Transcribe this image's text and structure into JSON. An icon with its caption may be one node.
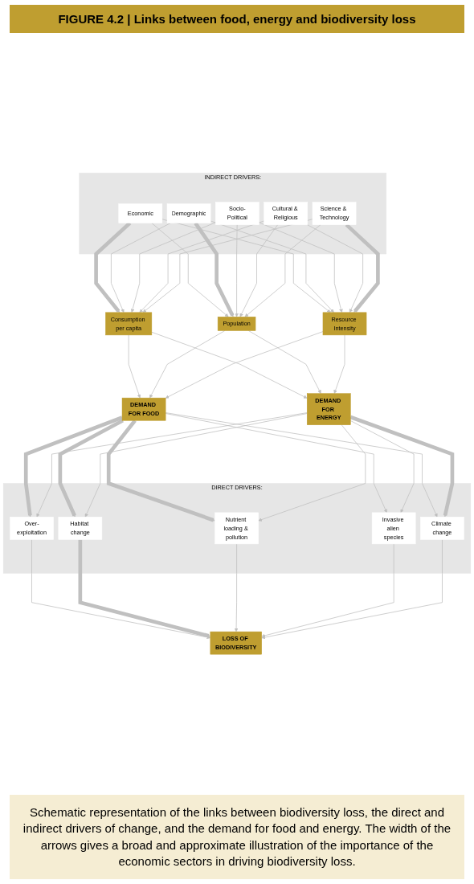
{
  "diagram": {
    "title": "FIGURE 4.2 | Links between food, energy and biodiversity loss",
    "caption": "Schematic representation of the links between biodiversity loss, the direct and indirect drivers of change, and the demand for food and energy. The width of the arrows gives a broad and approximate illustration of the importance of the economic sectors in driving biodiversity loss.",
    "nodes": [
      {
        "text": [
          "INDIRECT DRIVERS:"
        ]
      },
      {
        "text": [
          "Economic"
        ],
        "in": 0
      },
      {
        "text": [
          "Demographic"
        ],
        "in": 0
      },
      {
        "text": [
          "Socio-Political"
        ],
        "in": 0
      },
      {
        "text": [
          "Cultural & Religious"
        ],
        "in": 0
      },
      {
        "text": [
          "Science & Technology"
        ],
        "in": 0
      },
      {
        "text": [
          "Consumption per capita"
        ]
      },
      {
        "text": [
          "Population"
        ]
      },
      {
        "text": [
          "Resource Intensity"
        ]
      },
      {
        "text": [
          "DEMAND FOR FOOD"
        ]
      },
      {
        "text": [
          "DEMAND FOR ENERGY"
        ]
      },
      {
        "text": [
          "DIRECT DRIVERS:"
        ]
      },
      {
        "text": [
          "Over-exploitation"
        ],
        "in": 11
      },
      {
        "text": [
          "Habitat change"
        ],
        "in": 11
      },
      {
        "text": [
          "Nutrient loading & pollution"
        ],
        "in": 11
      },
      {
        "text": [
          "Invasive alien species"
        ],
        "in": 11
      },
      {
        "text": [
          "Climate change"
        ],
        "in": 11
      },
      {
        "text": [
          "LOSS OF BIODIVERSITY"
        ]
      }
    ],
    "edges": [
      {
        "from": 1,
        "to": 6,
        "arrow": "to",
        "style": "thick"
      },
      {
        "from": 1,
        "to": 7,
        "arrow": "to"
      },
      {
        "from": 1,
        "to": 8,
        "arrow": "to"
      },
      {
        "from": 2,
        "to": 6,
        "arrow": "to"
      },
      {
        "from": 2,
        "to": 7,
        "arrow": "to",
        "style": "thick"
      },
      {
        "from": 2,
        "to": 8,
        "arrow": "to"
      },
      {
        "from": 3,
        "to": 6,
        "arrow": "to"
      },
      {
        "from": 3,
        "to": 7,
        "arrow": "to"
      },
      {
        "from": 3,
        "to": 8,
        "arrow": "to"
      },
      {
        "from": 4,
        "to": 6,
        "arrow": "to"
      },
      {
        "from": 4,
        "to": 7,
        "arrow": "to"
      },
      {
        "from": 4,
        "to": 8,
        "arrow": "to"
      },
      {
        "from": 5,
        "to": 6,
        "arrow": "to"
      },
      {
        "from": 5,
        "to": 7,
        "arrow": "to"
      },
      {
        "from": 5,
        "to": 8,
        "arrow": "to",
        "style": "thick"
      },
      {
        "from": 6,
        "to": 9,
        "arrow": "to"
      },
      {
        "from": 6,
        "to": 10,
        "arrow": "to"
      },
      {
        "from": 7,
        "to": 9,
        "arrow": "to"
      },
      {
        "from": 7,
        "to": 10,
        "arrow": "to"
      },
      {
        "from": 8,
        "to": 9,
        "arrow": "to"
      },
      {
        "from": 8,
        "to": 10,
        "arrow": "to"
      },
      {
        "from": 9,
        "to": 12,
        "arrow": "to",
        "style": "thick"
      },
      {
        "from": 9,
        "to": 13,
        "arrow": "to",
        "style": "thick"
      },
      {
        "from": 9,
        "to": 14,
        "arrow": "to",
        "style": "thick"
      },
      {
        "from": 9,
        "to": 15,
        "arrow": "to"
      },
      {
        "from": 9,
        "to": 16,
        "arrow": "to"
      },
      {
        "from": 10,
        "to": 12,
        "arrow": "to"
      },
      {
        "from": 10,
        "to": 13,
        "arrow": "to"
      },
      {
        "from": 10,
        "to": 14,
        "arrow": "to"
      },
      {
        "from": 10,
        "to": 15,
        "arrow": "to"
      },
      {
        "from": 10,
        "to": 16,
        "arrow": "to",
        "style": "thick"
      },
      {
        "from": 12,
        "to": 17,
        "arrow": "to"
      },
      {
        "from": 13,
        "to": 17,
        "arrow": "to",
        "style": "thick"
      },
      {
        "from": 14,
        "to": 17,
        "arrow": "to"
      },
      {
        "from": 15,
        "to": 17,
        "arrow": "to"
      },
      {
        "from": 16,
        "to": 17,
        "arrow": "to"
      }
    ]
  }
}
